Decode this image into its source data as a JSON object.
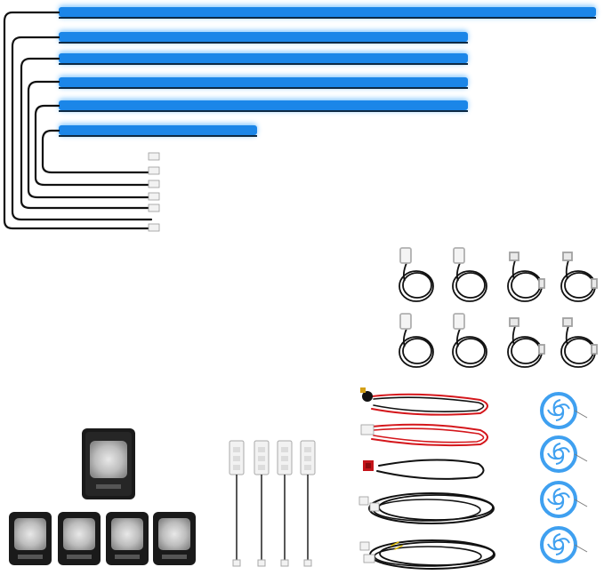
{
  "colors": {
    "background": "#ffffff",
    "led_glow": "#39a6ff",
    "led_core": "#1b86e8",
    "cable": "#111111",
    "wire_red": "#d4161b",
    "ring_blue": "#3fa0f0",
    "module_dark": "#1a1a1a",
    "connector_white": "#f2f2f2"
  },
  "products": {
    "led_strips": 6,
    "strip_connectors": 6,
    "coiled_cables_white_plug": 4,
    "coiled_cables_clip": 4,
    "power_harnesses": 5,
    "fan_rings": 4,
    "pcb_boards": 4,
    "control_box": 1,
    "receiver_modules": 4
  }
}
